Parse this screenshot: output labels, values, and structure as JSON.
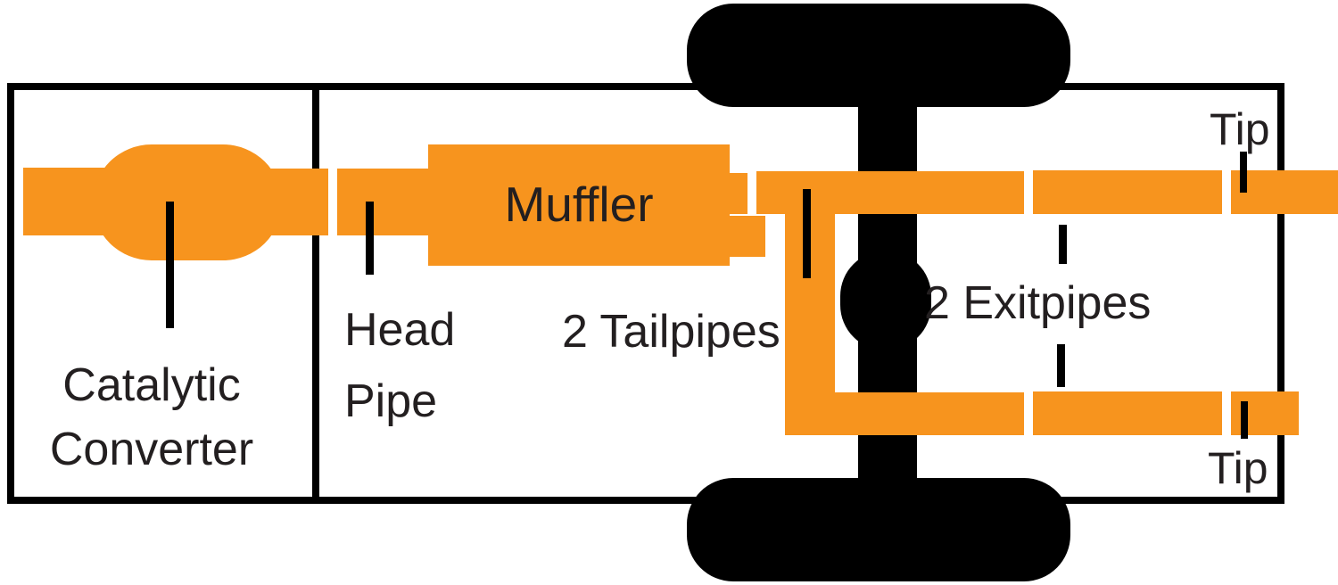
{
  "diagram": {
    "labels": {
      "catalytic_line1": "Catalytic",
      "catalytic_line2": "Converter",
      "head_line1": "Head",
      "head_line2": "Pipe",
      "muffler": "Muffler",
      "tailpipes": "2 Tailpipes",
      "exitpipes": "2 Exitpipes",
      "tip_top": "Tip",
      "tip_bottom": "Tip"
    },
    "colors": {
      "pipe_orange": "#F7941E",
      "outline_black": "#000000",
      "label_text": "#231F20",
      "background": "#FFFFFF"
    }
  }
}
